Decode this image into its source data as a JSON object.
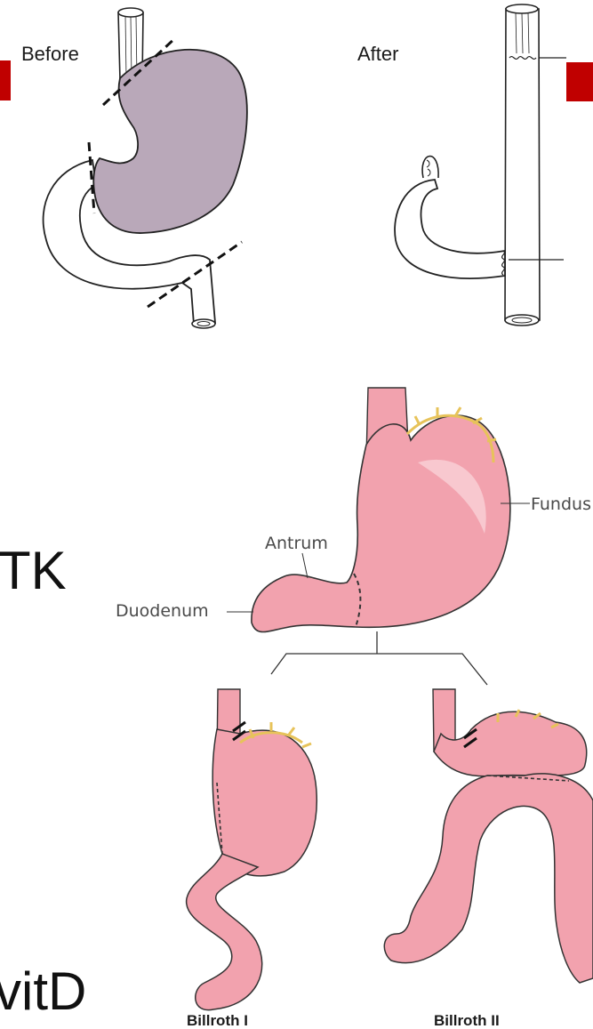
{
  "top": {
    "before_label": "Before",
    "after_label": "After"
  },
  "slide_text": {
    "fragment_1": "TK",
    "fragment_2": "vitD"
  },
  "diagram": {
    "fundus_label": "Fundus",
    "antrum_label": "Antrum",
    "duodenum_label": "Duodenum",
    "billroth1_label": "Billroth I",
    "billroth2_label": "Billroth II"
  },
  "colors": {
    "stomach_fill": "#b9a8b9",
    "pink_fill": "#f2a2ae",
    "pink_light": "#f8c8cf",
    "vessel": "#e7c35a",
    "accent_red": "#c00000",
    "outline": "#222222"
  }
}
